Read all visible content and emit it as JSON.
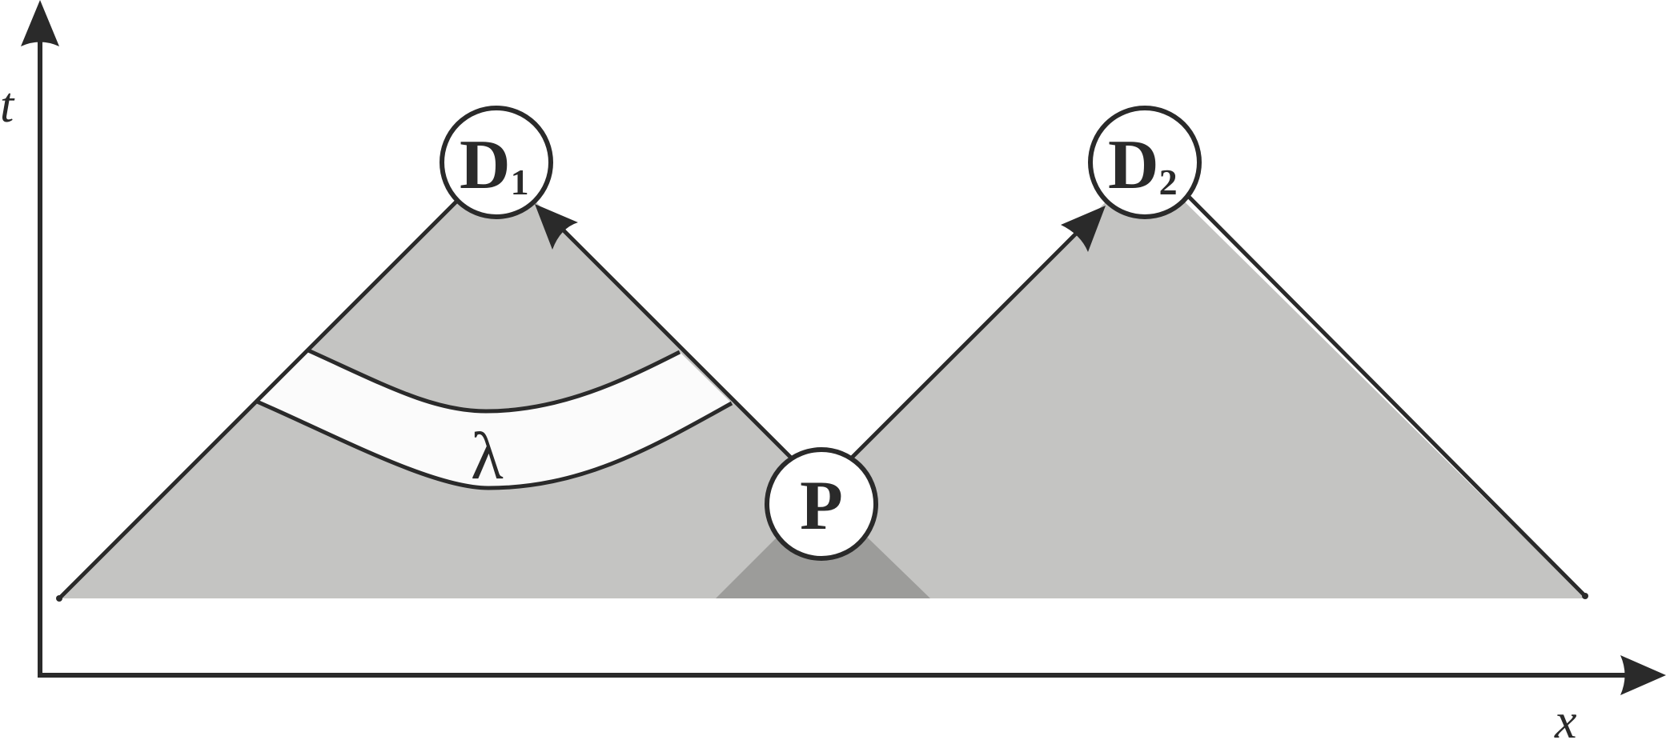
{
  "axes": {
    "x_label": "x",
    "t_label": "t"
  },
  "nodes": {
    "d1": {
      "letter": "D",
      "subscript": "1"
    },
    "d2": {
      "letter": "D",
      "subscript": "2"
    },
    "p": {
      "letter": "P"
    }
  },
  "region": {
    "label": "λ"
  },
  "colors": {
    "light_cone": "#c4c4c2",
    "overlap": "#9c9c9a",
    "stroke": "#2a2a2a",
    "band": "#fbfbfb",
    "background": "#ffffff"
  }
}
